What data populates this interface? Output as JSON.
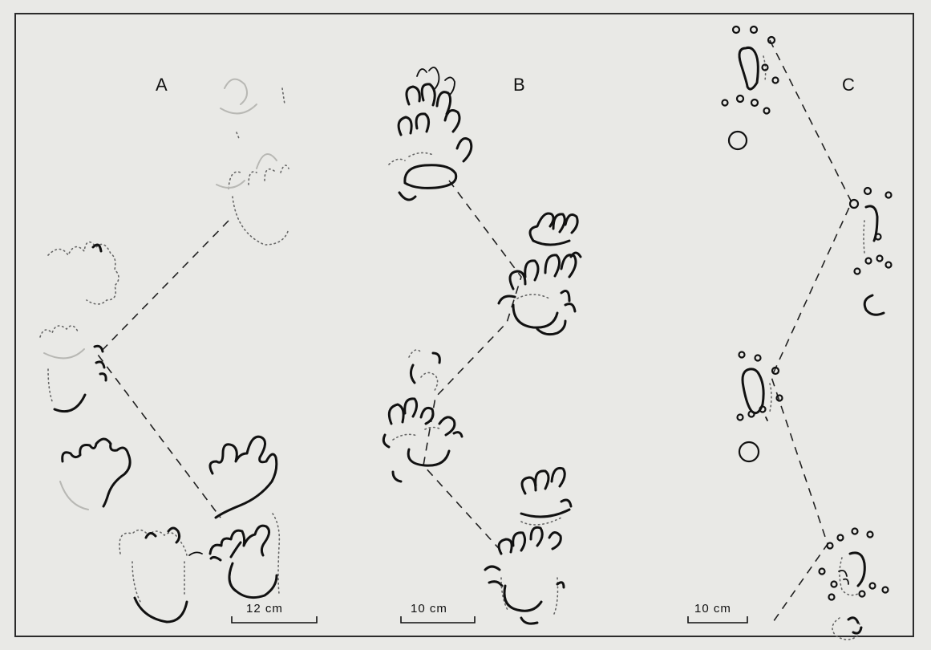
{
  "panels": [
    {
      "label": "A",
      "scale_text": "12 cm"
    },
    {
      "label": "B",
      "scale_text": "10 cm"
    },
    {
      "label": "C",
      "scale_text": "10 cm"
    }
  ]
}
